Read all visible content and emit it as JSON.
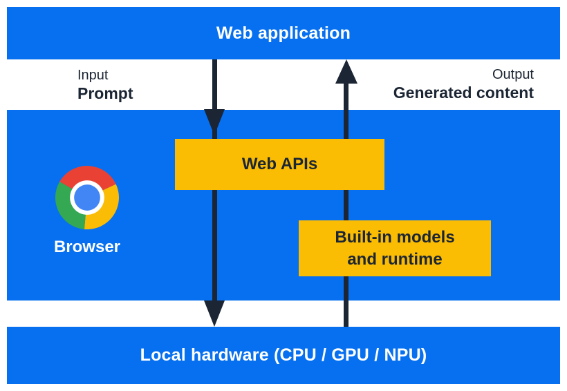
{
  "diagram_title": "Web application to local hardware flow",
  "colors": {
    "band_blue": "#0670F0",
    "box_yellow": "#FBBC04",
    "dark_navy_text_and_arrows": "#1B2533",
    "white_text": "#FFFFFF",
    "chrome_red": "#E94235",
    "chrome_yellow": "#FBBC05",
    "chrome_green": "#34A853",
    "chrome_blue": "#4285F4"
  },
  "top_band": {
    "label": "Web application"
  },
  "io": {
    "input_caption": "Input",
    "input_value": "Prompt",
    "output_caption": "Output",
    "output_value": "Generated content"
  },
  "browser_band": {
    "icon": "chrome-logo-icon",
    "browser_label": "Browser",
    "web_apis_label": "Web APIs",
    "builtin_line1": "Built-in models",
    "builtin_line2": "and runtime"
  },
  "bottom_band": {
    "label": "Local hardware (CPU / GPU / NPU)"
  },
  "arrows": [
    {
      "name": "prompt-flow-arrow",
      "direction": "down",
      "from": "Web application",
      "through": "Web APIs",
      "to": "Local hardware (CPU / GPU / NPU)"
    },
    {
      "name": "generated-content-flow-arrow",
      "direction": "up",
      "from": "Local hardware (CPU / GPU / NPU)",
      "through": "Built-in models and runtime",
      "to": "Web application"
    }
  ]
}
